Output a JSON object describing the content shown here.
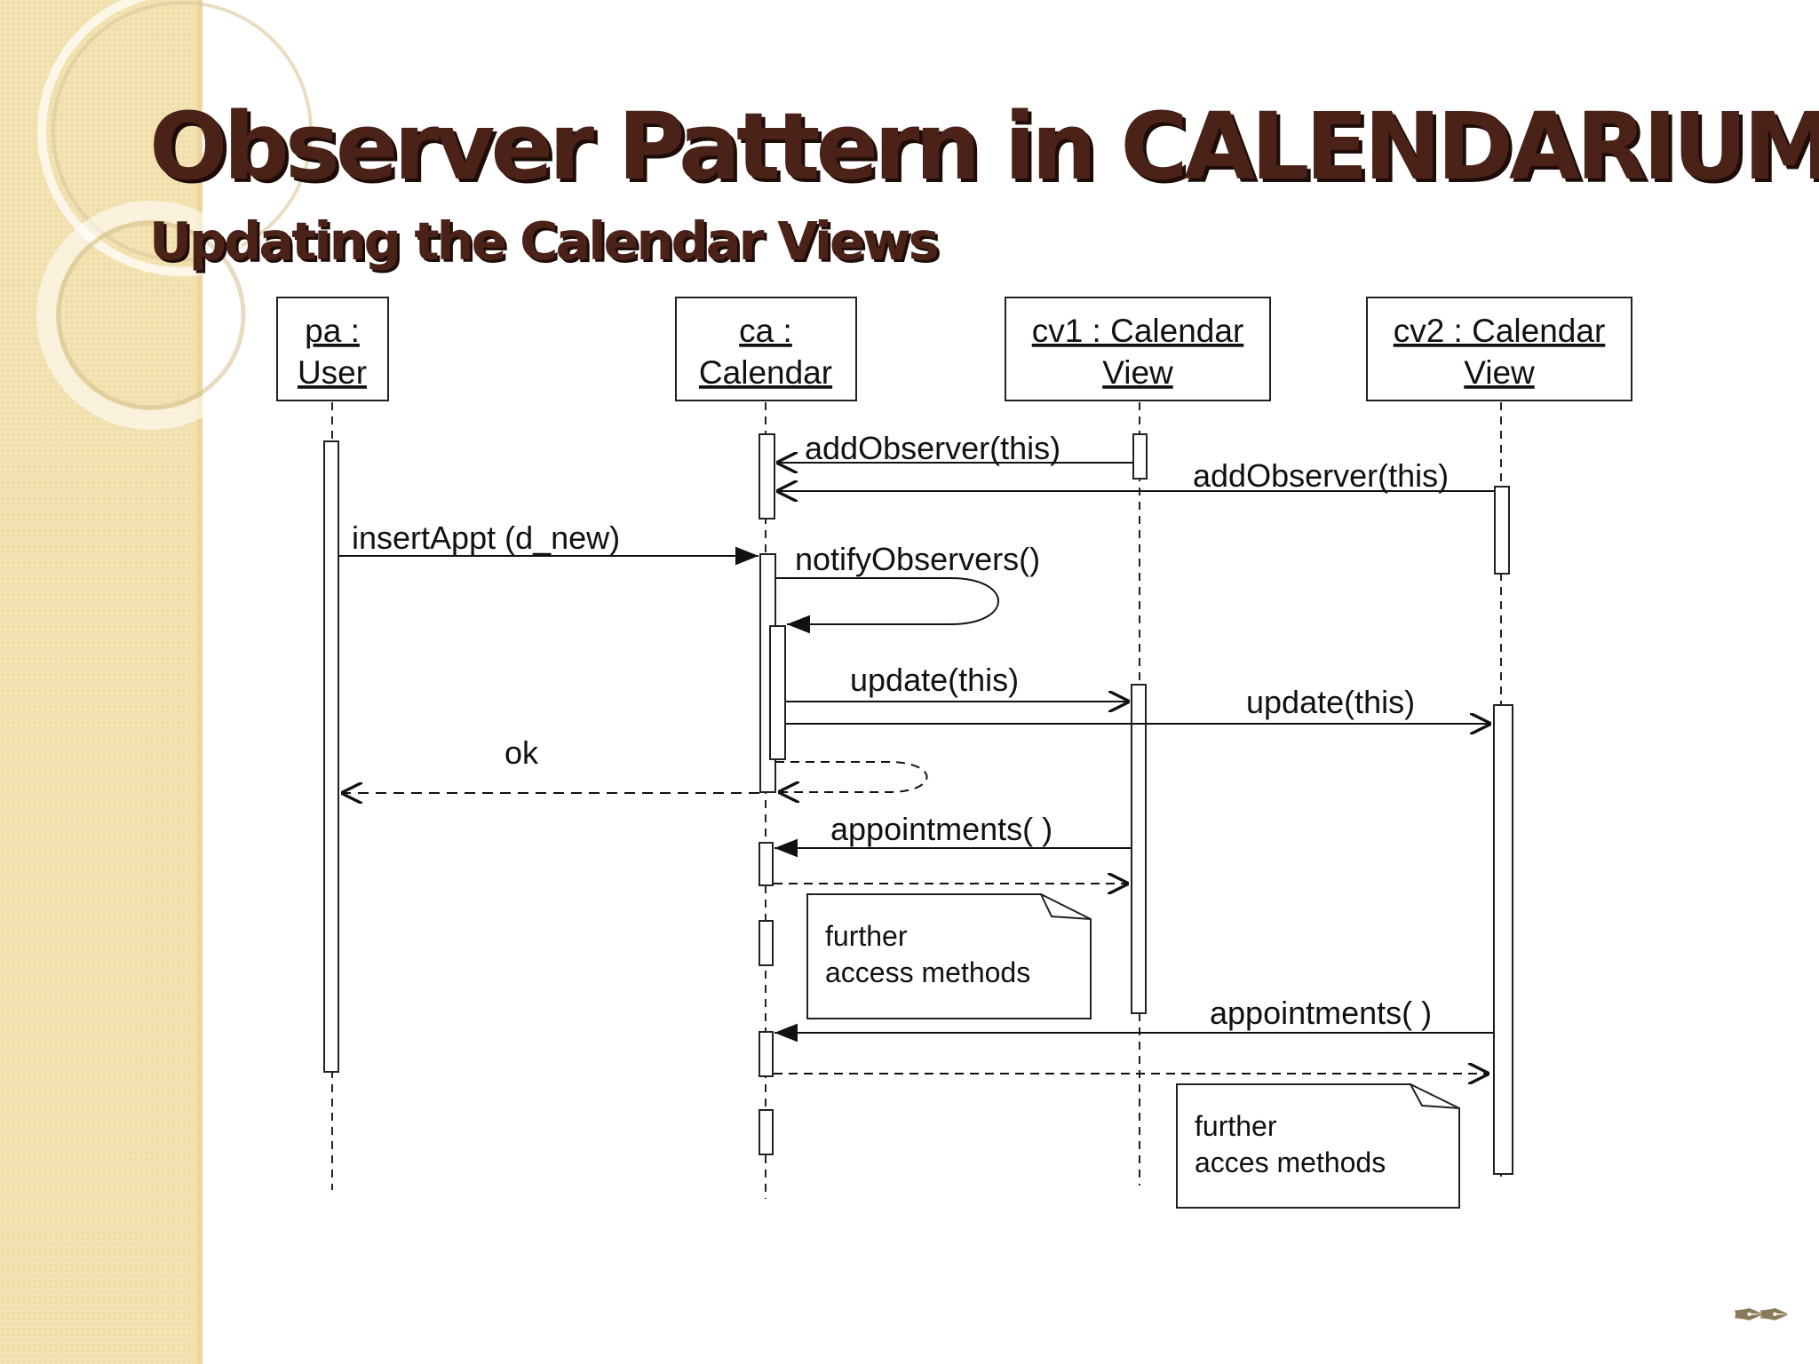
{
  "slide": {
    "title": "Observer Pattern in CALENDARIUM",
    "subtitle": "Updating the Calendar Views"
  },
  "lifelines": [
    {
      "line1": "pa :",
      "line2": "User"
    },
    {
      "line1": "ca :",
      "line2": "Calendar"
    },
    {
      "line1": "cv1 : Calendar",
      "line2": "View"
    },
    {
      "line1": "cv2 : Calendar",
      "line2": "View"
    }
  ],
  "messages": {
    "add_observer_cv1": "addObserver(this)",
    "add_observer_cv2": "addObserver(this)",
    "insert_appt": "insertAppt (d_new)",
    "notify_observers": "notifyObservers()",
    "update_cv1": "update(this)",
    "update_cv2": "update(this)",
    "ok": "ok",
    "appointments_cv1": "appointments( )",
    "appointments_cv2": "appointments( )"
  },
  "notes": [
    {
      "line1": "further",
      "line2": "access methods"
    },
    {
      "line1": "further",
      "line2": "acces  methods"
    }
  ],
  "colors": {
    "title": "#4a2218",
    "title_shadow": "#1e0c08",
    "sidebar": "#f3e3b3",
    "line": "#111111"
  },
  "icons": {
    "corner": "pen-nib-icon"
  }
}
